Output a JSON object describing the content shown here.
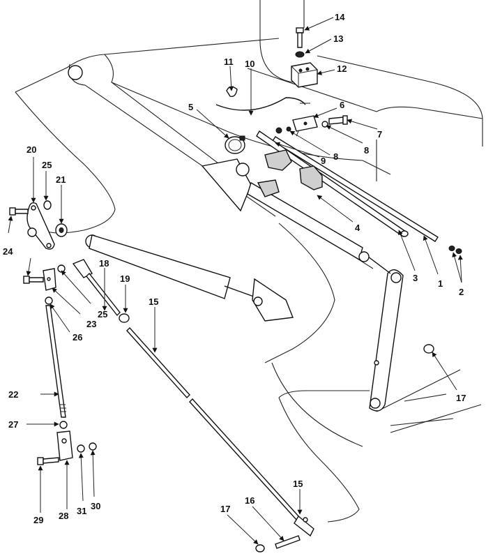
{
  "colors": {
    "ink": "#111111",
    "paper": "#ffffff",
    "shade": "#cfcfcf"
  },
  "callouts": [
    "1",
    "2",
    "3",
    "4",
    "5",
    "6",
    "7",
    "8",
    "8",
    "9",
    "10",
    "11",
    "12",
    "13",
    "14",
    "15",
    "15",
    "16",
    "17",
    "17",
    "18",
    "19",
    "20",
    "21",
    "22",
    "23",
    "24",
    "25",
    "25",
    "26",
    "27",
    "28",
    "29",
    "30",
    "31"
  ]
}
